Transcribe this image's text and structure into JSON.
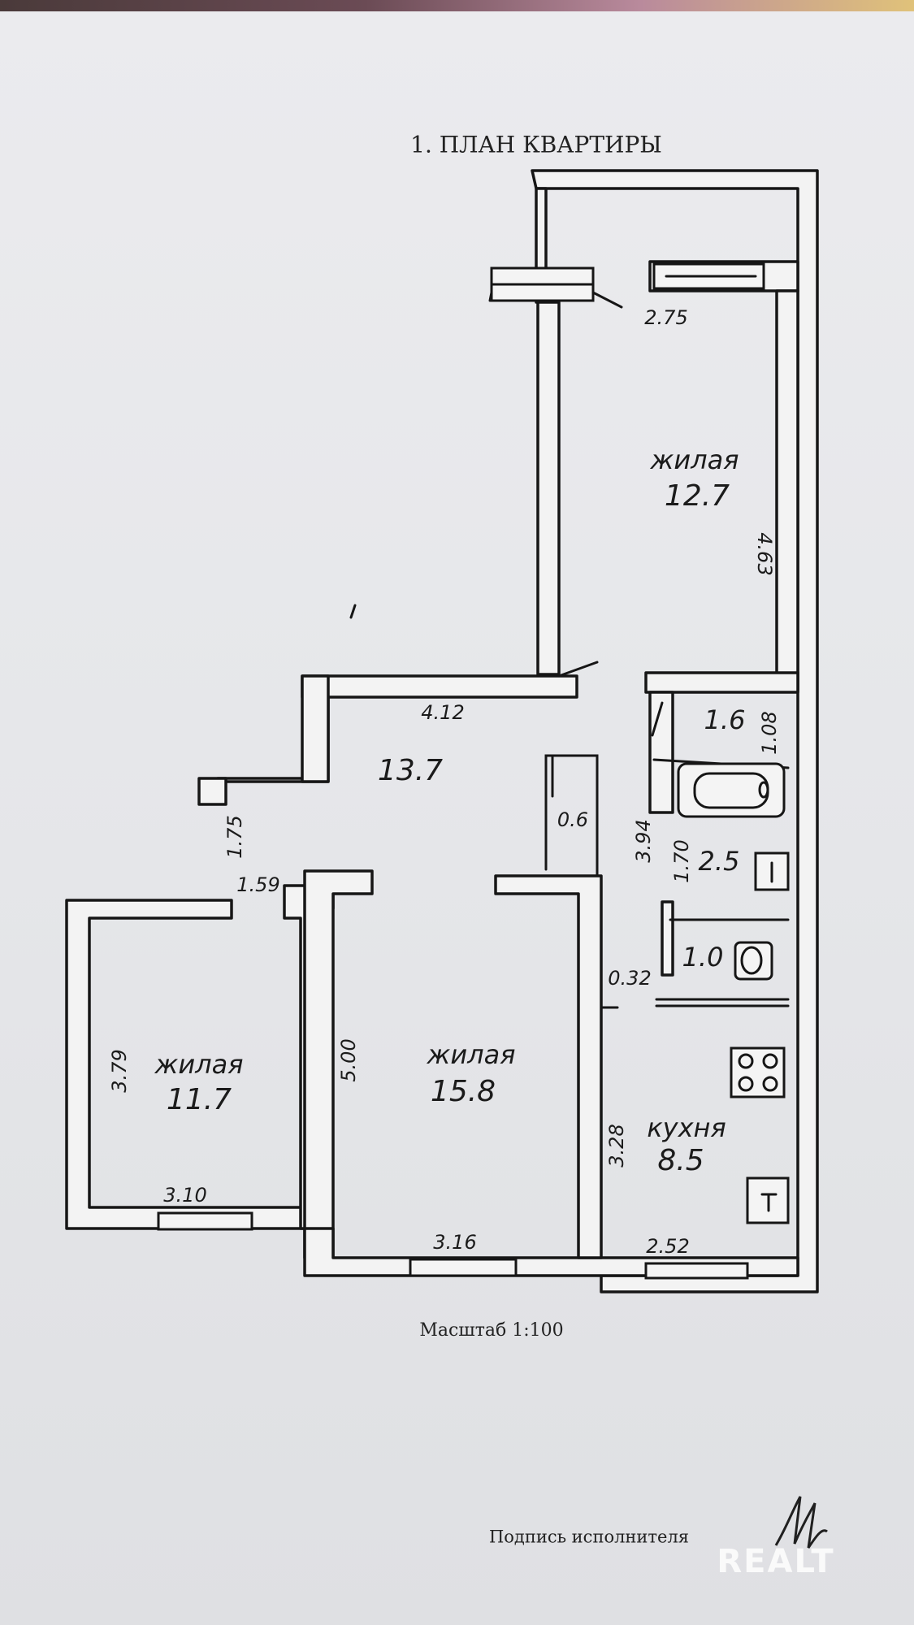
{
  "title": "1.    ПЛАН КВАРТИРЫ",
  "scale": "Масштаб 1:100",
  "signature_label": "Подпись исполнителя",
  "watermark": "REALT",
  "rooms": [
    {
      "name": "жилая",
      "area": "12.7"
    },
    {
      "name": "",
      "area": "13.7"
    },
    {
      "name": "",
      "area": "1.6"
    },
    {
      "name": "",
      "area": "0.6"
    },
    {
      "name": "",
      "area": "2.5"
    },
    {
      "name": "",
      "area": "1.0"
    },
    {
      "name": "жилая",
      "area": "11.7"
    },
    {
      "name": "жилая",
      "area": "15.8"
    },
    {
      "name": "кухня",
      "area": "8.5"
    }
  ],
  "dimensions": [
    "2.75",
    "4.63",
    "4.12",
    "1.08",
    "3.94",
    "1.70",
    "1.75",
    "1.59",
    "0.32",
    "3.79",
    "5.00",
    "3.28",
    "3.10",
    "3.16",
    "2.52"
  ],
  "colors": {
    "paper": "#e6e7ea",
    "ink": "#161616",
    "watermark": "#ffffff"
  }
}
